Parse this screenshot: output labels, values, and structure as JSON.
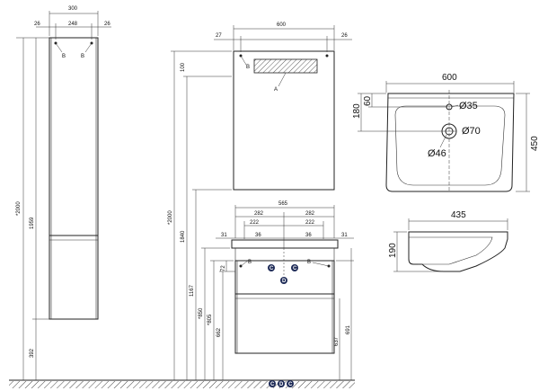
{
  "column": {
    "width": "300",
    "inner_width": "248",
    "side_left": "26",
    "side_right": "26",
    "total_height": "*2000",
    "body_height": "1959",
    "leg_height": "392",
    "label_b1": "B",
    "label_b2": "B"
  },
  "mirror_vanity": {
    "mirror_width": "600",
    "mirror_left": "27",
    "mirror_right": "26",
    "label_b": "B",
    "label_a": "A",
    "h_total": "*2000",
    "h_mirror": "1840",
    "h_cabinet_top": "1167",
    "h_850": "*850",
    "h_805": "*805",
    "h_662": "662",
    "h_637": "637",
    "h_691": "691",
    "h_72": "72",
    "w_565": "565",
    "w_282a": "282",
    "w_282b": "282",
    "w_222a": "222",
    "w_222b": "222",
    "w_31a": "31",
    "w_36a": "36",
    "w_36b": "36",
    "w_31b": "31",
    "label_b3": "B",
    "label_b4": "B",
    "badge_c1": "C",
    "badge_c2": "C",
    "badge_d": "D",
    "badge_bottom": [
      "C",
      "D",
      "C"
    ]
  },
  "sink_top": {
    "width": "600",
    "depth": "450",
    "depth_180": "180",
    "offset_60": "60",
    "hole_35": "Ø35",
    "hole_70": "Ø70",
    "hole_46": "Ø46"
  },
  "sink_side": {
    "depth": "435",
    "height": "190"
  }
}
